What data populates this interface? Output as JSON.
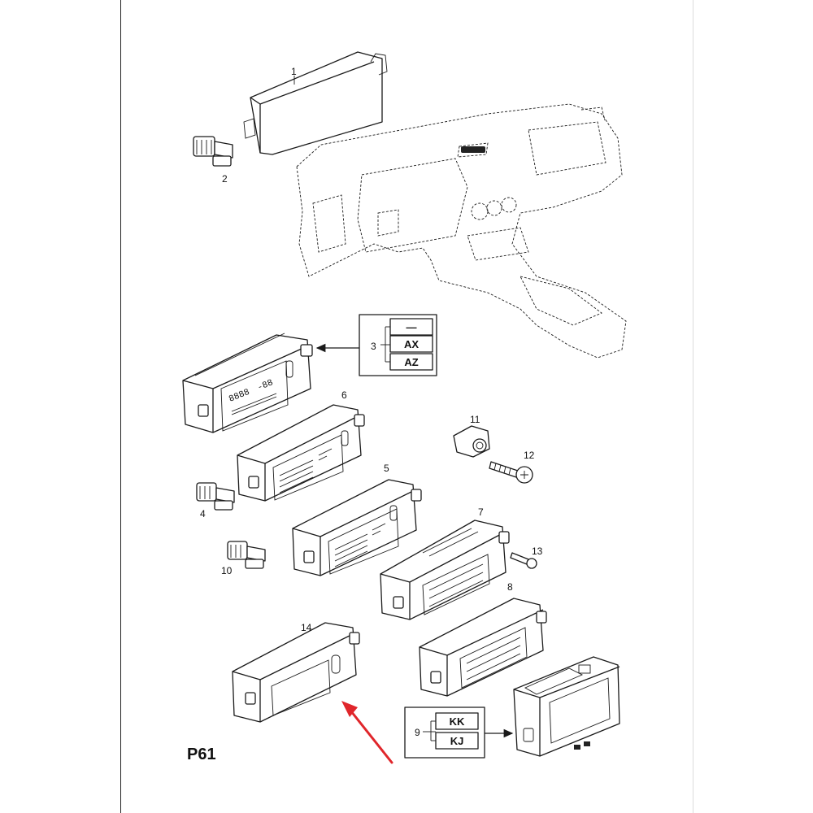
{
  "sheet_label": "P61",
  "callouts": {
    "c1": "1",
    "c2": "2",
    "c3": "3",
    "c4": "4",
    "c5": "5",
    "c6": "6",
    "c7": "7",
    "c8": "8",
    "c9": "9",
    "c10": "10",
    "c11": "11",
    "c12": "12",
    "c13": "13",
    "c14": "14"
  },
  "variant_box_3": {
    "row1": "—",
    "row2": "AX",
    "row3": "AZ"
  },
  "variant_box_9": {
    "row1": "KK",
    "row2": "KJ"
  },
  "display_3_text": {
    "left": "8888",
    "right": "-88"
  },
  "colors": {
    "line": "#1a1a1a",
    "pointer_arrow": "#e0262b",
    "background": "#ffffff"
  }
}
